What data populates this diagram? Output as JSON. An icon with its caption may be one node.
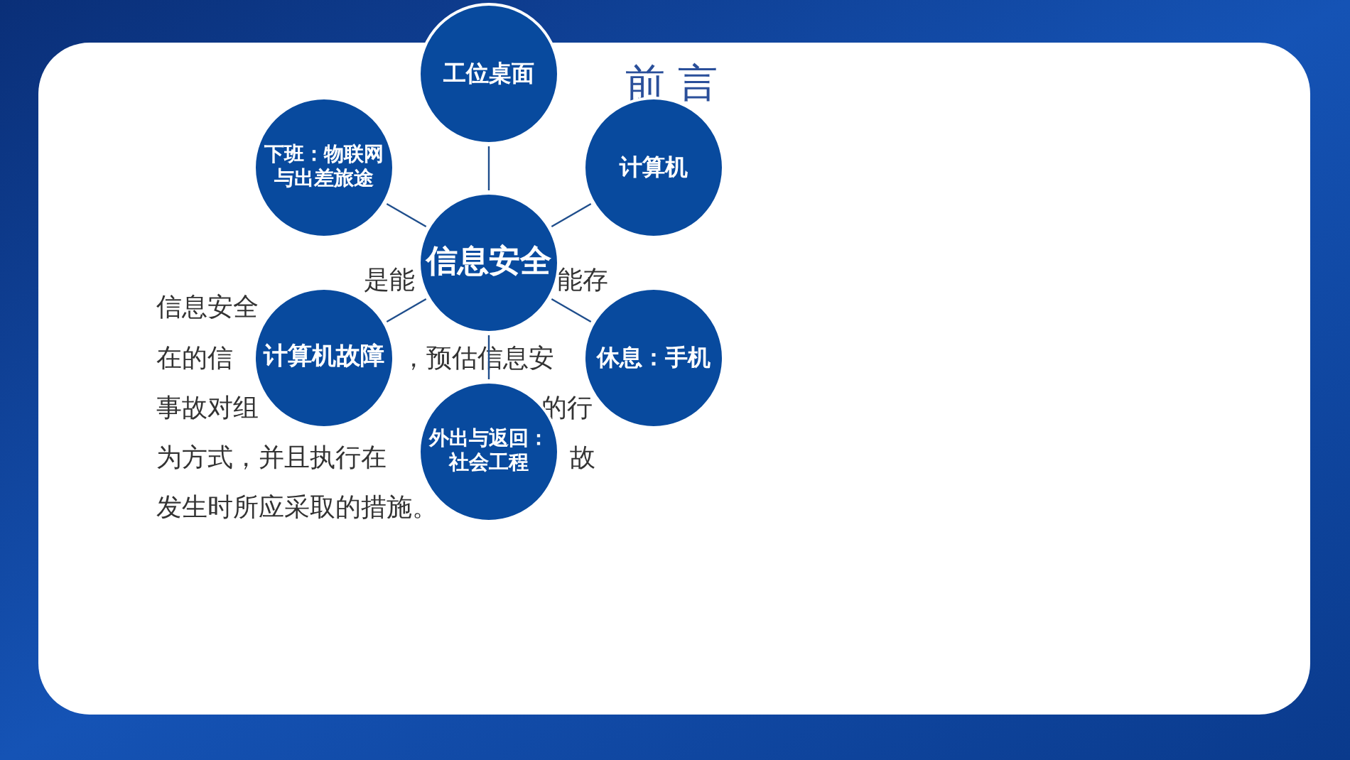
{
  "diagram": {
    "title": "前 言",
    "nodes": [
      {
        "text": [
          "工位桌面"
        ]
      },
      {
        "text": [
          "下班：物联网与出差旅途"
        ]
      },
      {
        "text": [
          "计算机"
        ]
      },
      {
        "text": [
          "信息安全"
        ]
      },
      {
        "text": [
          "计算机故障"
        ]
      },
      {
        "text": [
          "休息：手机"
        ]
      },
      {
        "text": [
          "外出与返回：社会工程"
        ]
      }
    ],
    "edges": [
      {
        "from": 3,
        "to": 0,
        "arrow": "none"
      },
      {
        "from": 3,
        "to": 1,
        "arrow": "none"
      },
      {
        "from": 3,
        "to": 2,
        "arrow": "none"
      },
      {
        "from": 3,
        "to": 4,
        "arrow": "none"
      },
      {
        "from": 3,
        "to": 5,
        "arrow": "none"
      },
      {
        "from": 3,
        "to": 6,
        "arrow": "none"
      }
    ],
    "labels": [
      "信息安全",
      "是能",
      "能存",
      "在的信",
      "，预估信息安",
      "事故对组",
      "的行",
      "为方式，并且执行在",
      "故",
      "发生时所应采取的措施。"
    ]
  }
}
